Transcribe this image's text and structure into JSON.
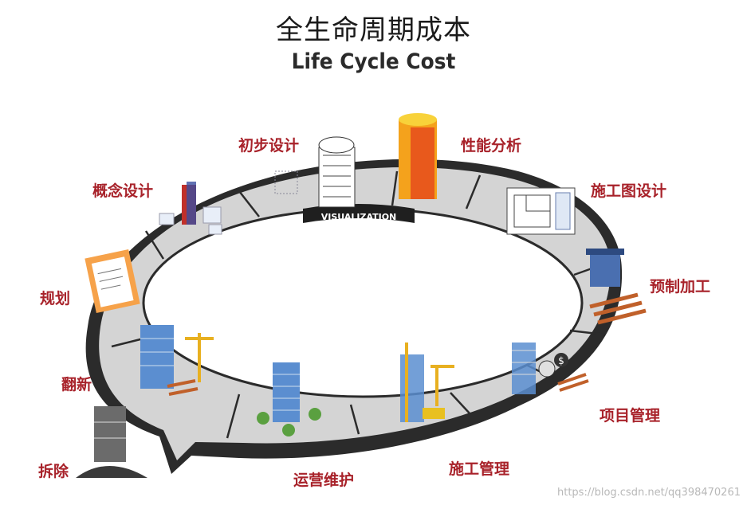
{
  "title_cn": "全生命周期成本",
  "title_en": "Life Cycle Cost",
  "ring_label": "VISUALIZATION",
  "stages": {
    "concept": "概念设计",
    "prelim": "初步设计",
    "performance": "性能分析",
    "construction_drawing": "施工图设计",
    "prefab": "预制加工",
    "project_mgmt": "项目管理",
    "construction_mgmt": "施工管理",
    "operation": "运营维护",
    "demolition": "拆除",
    "renovation": "翻新",
    "planning": "规划"
  },
  "watermark": "https://blog.csdn.net/qq398470261",
  "colors": {
    "label": "#a8222a",
    "ring": "#d7d7d7",
    "ring_edge": "#2b2b2b"
  }
}
